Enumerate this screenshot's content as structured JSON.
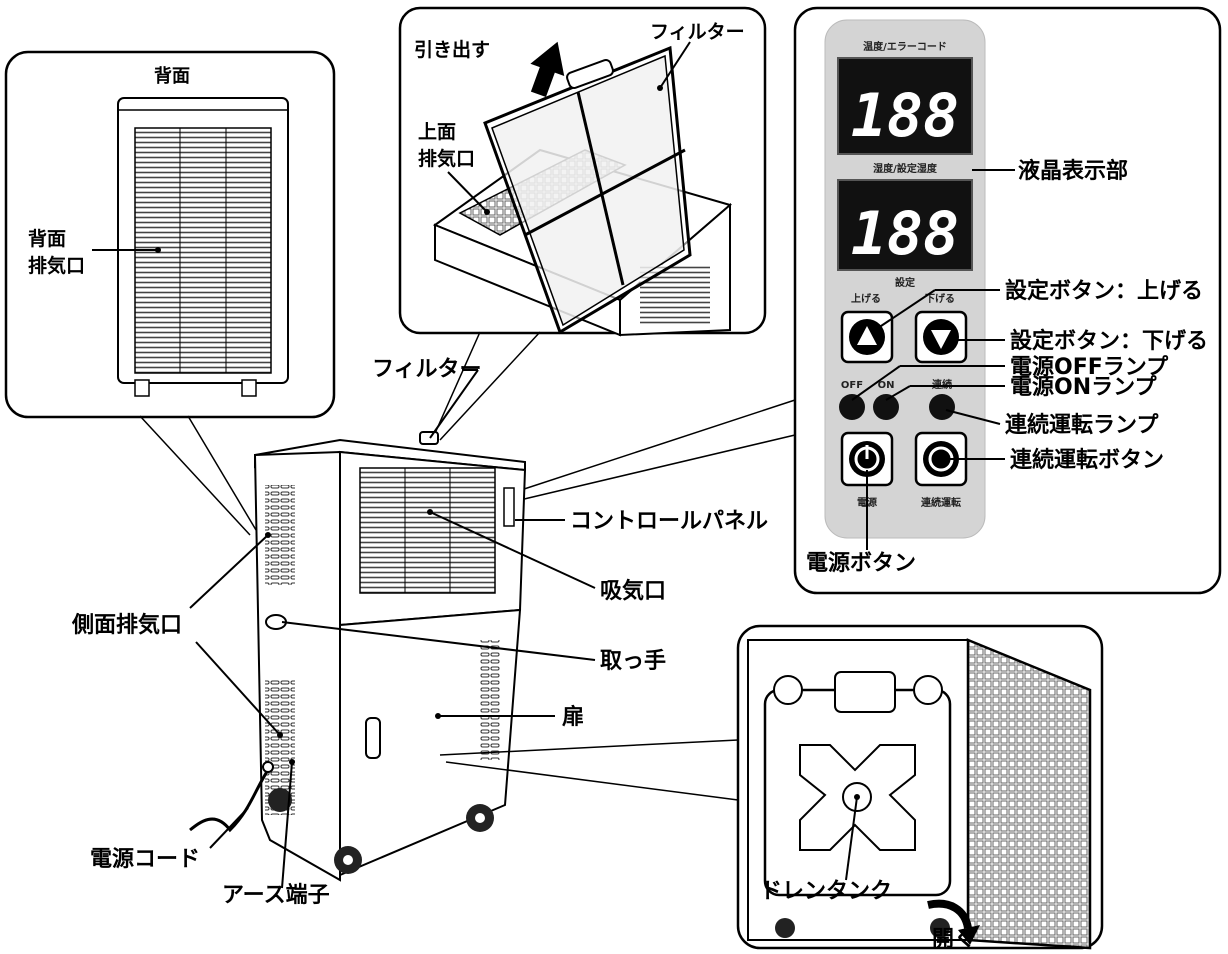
{
  "back_view": {
    "title": "背面",
    "vent_label": [
      "背面",
      "排気口"
    ]
  },
  "top_view": {
    "pull_label": "引き出す",
    "filter_label": "フィルター",
    "vent_label": [
      "上面",
      "排気口"
    ]
  },
  "control_panel": {
    "display_top_caption": "温度/エラーコード",
    "display_top_value": "188",
    "display_bottom_caption": "湿度/設定湿度",
    "display_bottom_value": "188",
    "setting_caption": "設定",
    "up_caption": "上げる",
    "down_caption": "下げる",
    "off_caption": "OFF",
    "on_caption": "ON",
    "continuous_caption": "連続",
    "power_caption": "電源",
    "continuous_run_caption": "連続運転"
  },
  "callouts": {
    "lcd": "液晶表示部",
    "set_up": "設定ボタン：上げる",
    "set_down": "設定ボタン：下げる",
    "off_lamp": "電源OFFランプ",
    "on_lamp": "電源ONランプ",
    "cont_lamp": "連続運転ランプ",
    "cont_button": "連続運転ボタン",
    "power_button": "電源ボタン",
    "control_panel": "コントロールパネル",
    "filter": "フィルター",
    "intake": "吸気口",
    "side_vent": "側面排気口",
    "handle": "取っ手",
    "door": "扉",
    "power_cord": "電源コード",
    "earth": "アース端子",
    "drain_tank": "ドレンタンク",
    "open": "開く"
  },
  "colors": {
    "panel_bg": "#d4d4d4",
    "display_bg": "#111111",
    "line": "#000000"
  }
}
